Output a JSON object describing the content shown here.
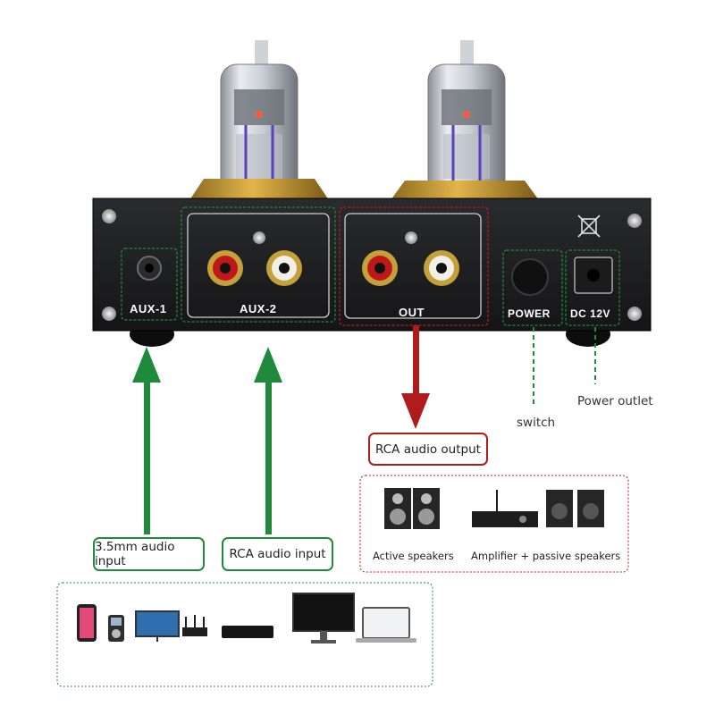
{
  "panel": {
    "aux1_label": "AUX-1",
    "aux2_label": "AUX-2",
    "out_label": "OUT",
    "power_label": "POWER",
    "dc_label": "DC 12V"
  },
  "callouts": {
    "switch": "switch",
    "power_outlet": "Power outlet",
    "rca_output": "RCA audio output",
    "input_35mm": "3.5mm audio input",
    "rca_input": "RCA audio input"
  },
  "outputs": {
    "active_speakers": "Active speakers",
    "amp_passive": "Amplifier + passive speakers"
  },
  "sources": [
    "smartphone-icon",
    "mp3-player-icon",
    "tv-icon",
    "router-icon",
    "set-top-box-icon",
    "monitor-icon",
    "laptop-icon"
  ],
  "colors": {
    "input_arrow": "#1e8a3a",
    "output_arrow": "#b01c1c",
    "chassis": "#1a1a1c"
  }
}
